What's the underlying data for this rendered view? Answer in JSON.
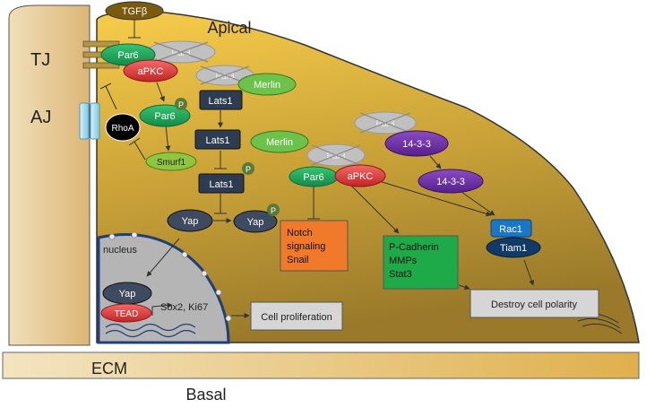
{
  "labels": {
    "apical": "Apical",
    "basal": "Basal",
    "tj": "TJ",
    "aj": "AJ",
    "ecm": "ECM",
    "nucleus": "nucleus"
  },
  "proteins": {
    "tgfb": "TGFβ",
    "par6": "Par6",
    "par3": "Par3",
    "apkc": "aPKC",
    "rhoa": "RhoA",
    "smurf1": "Smurf1",
    "merlin": "Merlin",
    "lats1": "Lats1",
    "yap": "Yap",
    "tead": "TEAD",
    "p": "P",
    "protein_1433": "14-3-3",
    "rac1": "Rac1",
    "tiam1": "Tiam1"
  },
  "boxes": {
    "notch_lines": [
      "Notch",
      "signaling",
      "Snail"
    ],
    "pcad_lines": [
      "P-Cadherin",
      "MMPs",
      "Stat3"
    ],
    "cell_proliferation": "Cell proliferation",
    "destroy_polarity": "Destroy cell polarity"
  },
  "targets": "Sox2, Ki67",
  "colors": {
    "cytoplasm_top": "#f7c948",
    "cytoplasm_bottom": "#a8862e",
    "neighbor_cell": "#e6c48a",
    "par6_green": "#1fa35c",
    "apkc_red": "#e03a3a",
    "merlin_green": "#6cc24a",
    "lats_box": "#2e3c52",
    "yap_slate": "#3e4a60",
    "purple": "#6a2fa0",
    "rac_blue": "#1a76c8",
    "tiam_navy": "#123a66",
    "notch_orange": "#f07a2a",
    "pcad_green": "#1faa4a",
    "nucleus_gray": "#b3b3b3",
    "tgf_brown": "#7a5a0e"
  }
}
